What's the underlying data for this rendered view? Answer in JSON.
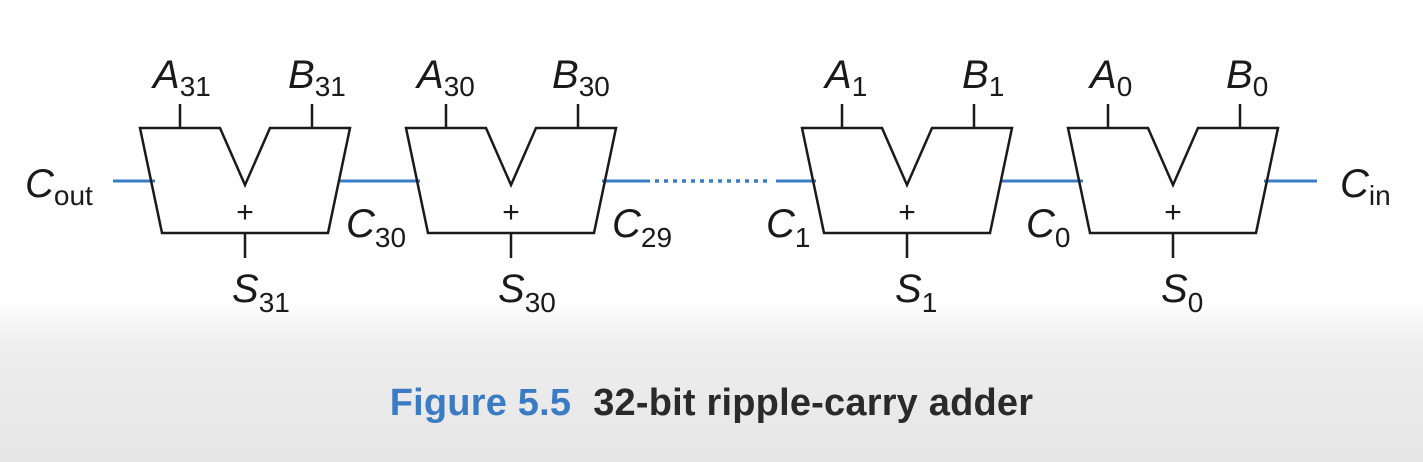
{
  "colors": {
    "wire": "#3a7cc4",
    "stroke": "#1a1a1a",
    "figure_number": "#3a7cc4",
    "caption_text": "#2a2a2a"
  },
  "caption": {
    "number": "Figure 5.5",
    "text": "32-bit ripple-carry adder"
  },
  "carry_out": {
    "main": "C",
    "sub": "out"
  },
  "carry_in": {
    "main": "C",
    "sub": "in"
  },
  "adders": [
    {
      "a": {
        "main": "A",
        "sub": "31"
      },
      "b": {
        "main": "B",
        "sub": "31"
      },
      "s": {
        "main": "S",
        "sub": "31"
      },
      "op": "+"
    },
    {
      "a": {
        "main": "A",
        "sub": "30"
      },
      "b": {
        "main": "B",
        "sub": "30"
      },
      "s": {
        "main": "S",
        "sub": "30"
      },
      "op": "+"
    },
    {
      "a": {
        "main": "A",
        "sub": "1"
      },
      "b": {
        "main": "B",
        "sub": "1"
      },
      "s": {
        "main": "S",
        "sub": "1"
      },
      "op": "+"
    },
    {
      "a": {
        "main": "A",
        "sub": "0"
      },
      "b": {
        "main": "B",
        "sub": "0"
      },
      "s": {
        "main": "S",
        "sub": "0"
      },
      "op": "+"
    }
  ],
  "carries": [
    {
      "main": "C",
      "sub": "30"
    },
    {
      "main": "C",
      "sub": "29"
    },
    {
      "main": "C",
      "sub": "1"
    },
    {
      "main": "C",
      "sub": "0"
    }
  ]
}
